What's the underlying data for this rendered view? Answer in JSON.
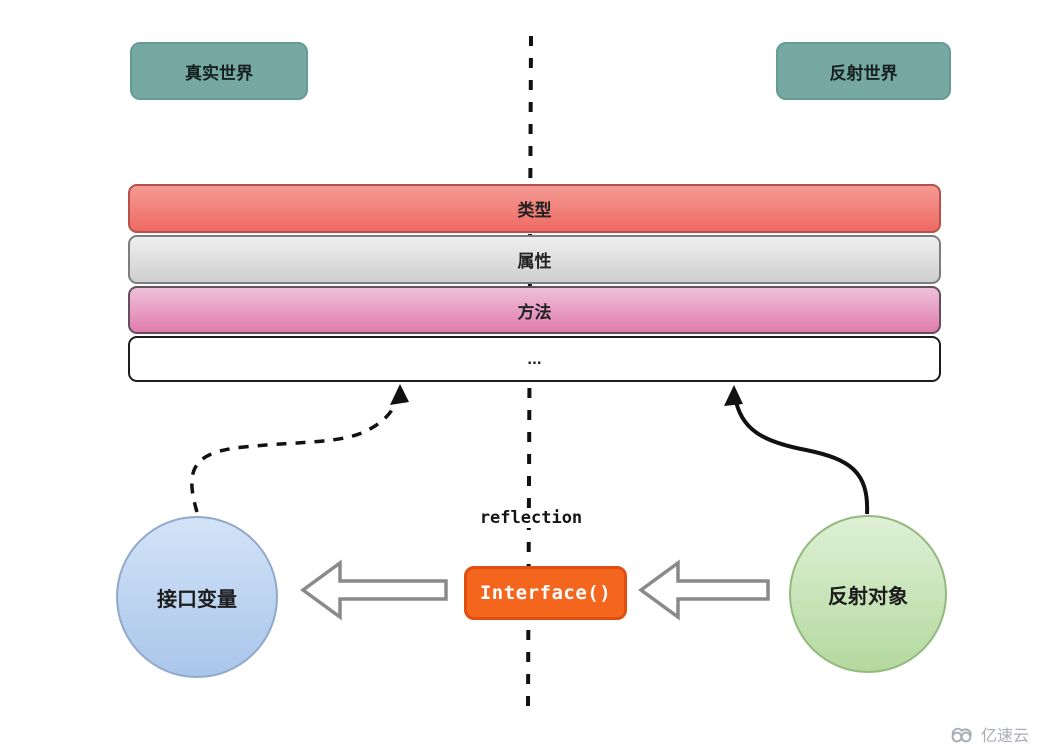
{
  "world_boxes": {
    "left_label": "真实世界",
    "right_label": "反射世界"
  },
  "layers": [
    {
      "label": "类型",
      "fill_top": "#f49b93",
      "fill_bottom": "#ee6a63"
    },
    {
      "label": "属性",
      "fill_top": "#efefef",
      "fill_bottom": "#cfcfcf"
    },
    {
      "label": "方法",
      "fill_top": "#eec0da",
      "fill_bottom": "#e07cad"
    },
    {
      "label": "...",
      "fill_top": "#ffffff",
      "fill_bottom": "#ffffff"
    }
  ],
  "center": {
    "reflection_label": "reflection",
    "interface_label": "Interface()"
  },
  "nodes": {
    "left_circle_label": "接口变量",
    "right_circle_label": "反射对象"
  },
  "watermark": {
    "brand": "亿速云"
  },
  "colors": {
    "world_box": "#75a9a1",
    "interface_fill": "#f4651e",
    "interface_border": "#e14f10",
    "blue_circle_top": "#d3e3f7",
    "blue_circle_bottom": "#a9c6ea",
    "green_circle_top": "#def0d5",
    "green_circle_bottom": "#b4d99e",
    "line_color": "#111111",
    "hollow_arrow_stroke": "#8a8a8a",
    "watermark_gray": "#a9aeb6"
  }
}
